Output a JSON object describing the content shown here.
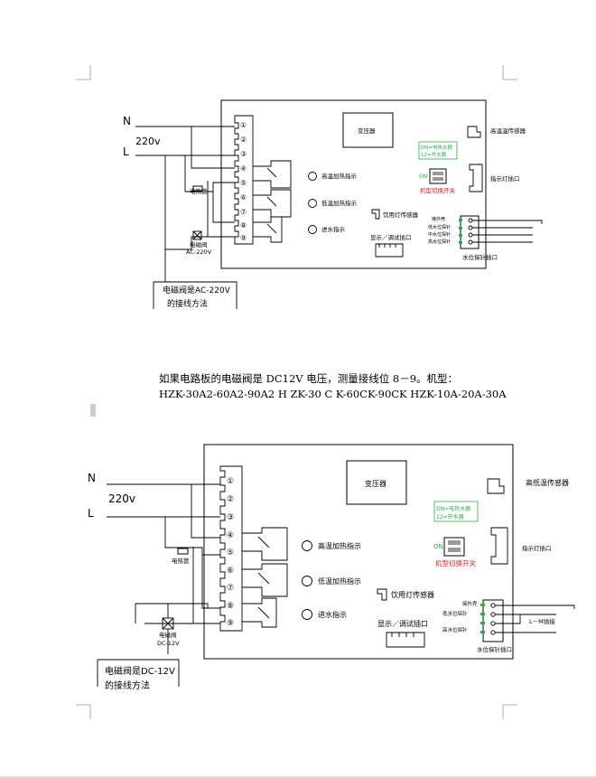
{
  "caption": {
    "line1": "如果电路板的电磁阀是 DC12V 电压，测量接线位 8－9。机型：",
    "line2": "HZK-30A2-60A2-90A2    H ZK-30 C K-60CK-90CK    HZK-10A-20A-30A"
  },
  "diagrams": [
    {
      "supply_N": "N",
      "supply_L": "L",
      "supply_voltage": "220v",
      "terminals": [
        "①",
        "②",
        "③",
        "④",
        "⑤",
        "⑥",
        "⑦",
        "⑧",
        "⑨"
      ],
      "transformer": "变压器",
      "high_temp_sensor": "高温温传感器",
      "indicator_socket": "指示灯插口",
      "heat_high": "高温加热指示",
      "heat_low": "低温加热指示",
      "water_in": "进水指示",
      "drink_light_sensor": "饮用灯传感器",
      "display_socket": "显示／调试插口",
      "switch_label": "机型切换开关",
      "switch_on": "ON",
      "switch_opt1": "DN=电热水器",
      "switch_opt2": "12=开水器",
      "probe_labels": [
        "接外壳",
        "低水位探针",
        "中水位探针",
        "高水位探针"
      ],
      "probe_socket": "水位探针插口",
      "heater": "电热管",
      "valve": "电磁阀",
      "valve_voltage": "AC-220V",
      "note_line1": "电磁阀是AC-220V",
      "note_line2": "的接线方法"
    },
    {
      "supply_N": "N",
      "supply_L": "L",
      "supply_voltage": "220v",
      "terminals": [
        "①",
        "②",
        "③",
        "④",
        "⑤",
        "⑥",
        "⑦",
        "⑧",
        "⑨"
      ],
      "transformer": "变压器",
      "high_temp_sensor": "高低温传感器",
      "indicator_socket": "指示灯插口",
      "heat_high": "高温加热指示",
      "heat_low": "低温加热指示",
      "water_in": "进水指示",
      "drink_light_sensor": "饮用灯传感器",
      "display_socket": "显示／调试插口",
      "switch_label": "机型切换开关",
      "switch_on": "ON",
      "switch_opt1": "DN=电热水器",
      "switch_opt2": "12=开水器",
      "probe_labels": [
        "接外壳",
        "低水位探针",
        "高水位探针"
      ],
      "probe_socket": "水位探针插口",
      "probe_ext": "L－M插接",
      "heater": "电热管",
      "valve": "电磁阀",
      "valve_voltage": "DC-12V",
      "note_line1": "电磁阀是DC-12V",
      "note_line2": "的接线方法"
    }
  ]
}
